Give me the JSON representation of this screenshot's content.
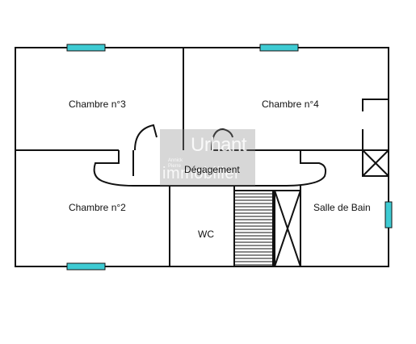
{
  "rooms": {
    "chambre3": "Chambre n°3",
    "chambre4": "Chambre n°4",
    "chambre2": "Chambre n°2",
    "degagement": "Dégagement",
    "wc": "WC",
    "salle_de_bain": "Salle de Bain"
  },
  "watermark": {
    "brand": "Urhant",
    "sub_1": "Annick",
    "sub_2": "Pierre",
    "word": "immobilier"
  },
  "colors": {
    "wall": "#111111",
    "window": "#3ecbd3",
    "watermark_bg": "#8c8c8c"
  }
}
